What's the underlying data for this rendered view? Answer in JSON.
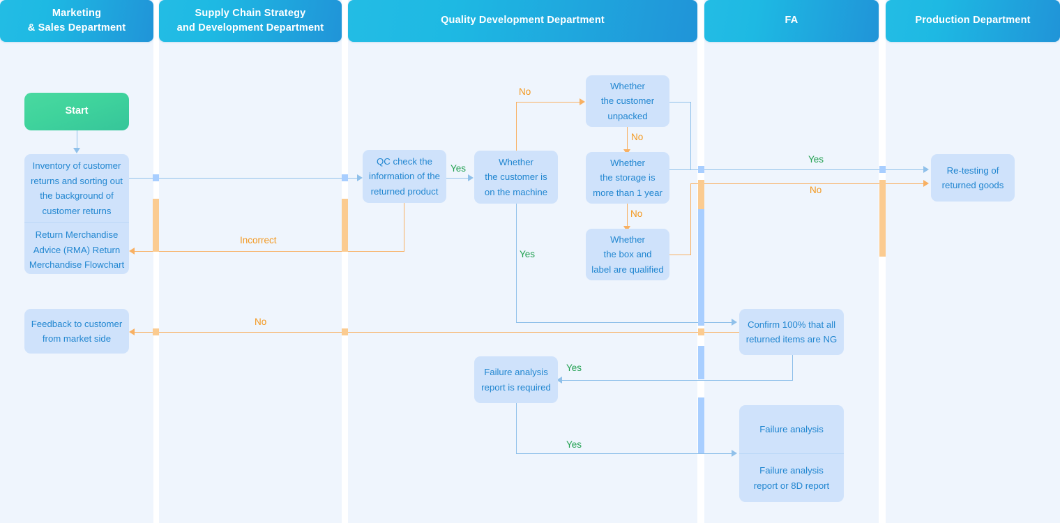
{
  "lanes": [
    {
      "id": "marketing",
      "title": "Marketing\n& Sales Department"
    },
    {
      "id": "supplychain",
      "title": "Supply Chain Strategy\nand Development Department"
    },
    {
      "id": "quality",
      "title": "Quality Development Department"
    },
    {
      "id": "fa",
      "title": "FA"
    },
    {
      "id": "production",
      "title": "Production Department"
    }
  ],
  "lane_titles": {
    "marketing_l1": "Marketing",
    "marketing_l2": "& Sales Department",
    "supply_l1": "Supply Chain Strategy",
    "supply_l2": "and Development Department",
    "quality": "Quality Development Department",
    "fa": "FA",
    "production": "Production Department"
  },
  "nodes": {
    "start": {
      "label": "Start",
      "lane": "marketing",
      "type": "terminator"
    },
    "inventory": {
      "line1": "Inventory of customer",
      "line2": "returns and sorting out",
      "line3": "the background of",
      "line4": "customer returns",
      "lane": "marketing",
      "type": "process"
    },
    "rma": {
      "line1": "Return Merchandise",
      "line2": "Advice (RMA) Return",
      "line3": "Merchandise Flowchart",
      "lane": "marketing",
      "type": "document"
    },
    "feedback": {
      "line1": "Feedback to customer",
      "line2": "from market side",
      "lane": "marketing",
      "type": "process"
    },
    "qc_check": {
      "line1": "QC check the",
      "line2": "information of the",
      "line3": "returned product",
      "lane": "quality",
      "type": "decision"
    },
    "on_machine": {
      "line1": "Whether",
      "line2": "the customer is",
      "line3": "on the machine",
      "lane": "quality",
      "type": "decision"
    },
    "unpacked": {
      "line1": "Whether",
      "line2": "the customer",
      "line3": "unpacked",
      "lane": "quality",
      "type": "decision"
    },
    "storage": {
      "line1": "Whether",
      "line2": "the storage is",
      "line3": "more than 1 year",
      "lane": "quality",
      "type": "decision"
    },
    "box_label": {
      "line1": "Whether",
      "line2": "the box and",
      "line3": "label are qualified",
      "lane": "quality",
      "type": "decision"
    },
    "fa_required": {
      "line1": "Failure analysis",
      "line2": "report is required",
      "lane": "quality",
      "type": "decision"
    },
    "confirm_ng": {
      "line1": "Confirm 100% that all",
      "line2": "returned items are NG",
      "lane": "fa",
      "type": "process"
    },
    "failure_analysis": {
      "line1": "Failure analysis",
      "lane": "fa",
      "type": "process"
    },
    "fa_report": {
      "line1": "Failure analysis",
      "line2": "report or 8D report",
      "lane": "fa",
      "type": "document"
    },
    "retesting": {
      "line1": "Re-testing of",
      "line2": "returned goods",
      "lane": "production",
      "type": "process"
    }
  },
  "edge_labels": {
    "qc_to_machine": "Yes",
    "qc_incorrect": "Incorrect",
    "machine_no": "No",
    "machine_yes": "Yes",
    "unpacked_no": "No",
    "storage_no": "No",
    "to_retest_yes": "Yes",
    "to_retest_no": "No",
    "feedback_no": "No",
    "confirm_yes": "Yes",
    "fa_required_yes": "Yes"
  },
  "colors": {
    "lane_header_from": "#23bce4",
    "lane_header_to": "#2094d8",
    "lane_bg": "#eff5fd",
    "node_bg": "#cfe2fb",
    "node_text": "#2186d0",
    "start_bg": "#40d49e",
    "line_blue": "#8fc0ea",
    "line_orange": "#f8b062",
    "label_yes": "#21a050",
    "label_no": "#f3981f"
  }
}
